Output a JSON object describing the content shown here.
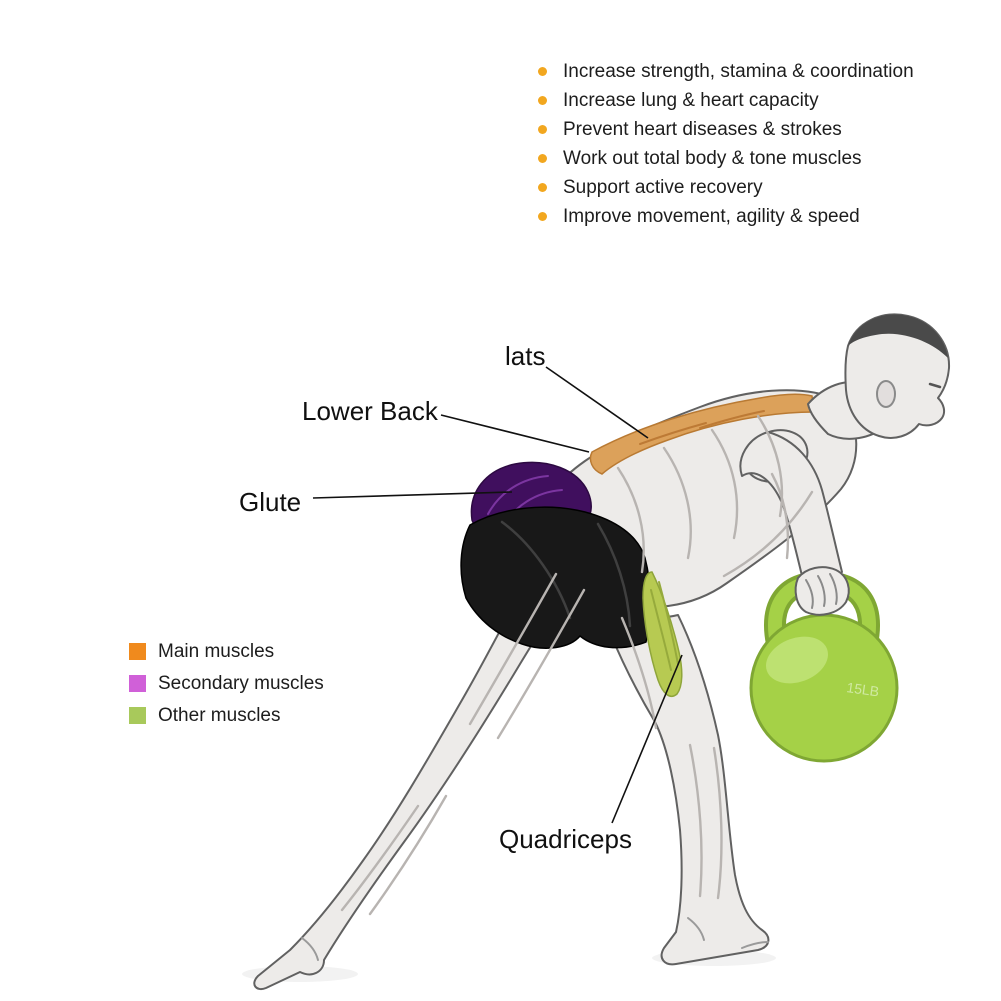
{
  "benefits": {
    "bullet_color": "#f2a71f",
    "items": [
      "Increase strength, stamina & coordination",
      "Increase lung & heart capacity",
      "Prevent heart diseases & strokes",
      "Work out total body & tone muscles",
      "Support active recovery",
      "Improve movement, agility & speed"
    ]
  },
  "muscle_labels": {
    "lats": "lats",
    "lower_back": "Lower Back",
    "glute": "Glute",
    "quadriceps": "Quadriceps"
  },
  "legend": {
    "items": [
      {
        "label": "Main muscles",
        "color": "#f08a1d"
      },
      {
        "label": "Secondary muscles",
        "color": "#d060d8"
      },
      {
        "label": "Other muscles",
        "color": "#a8c95b"
      }
    ]
  },
  "figure": {
    "kettlebell_weight": "15LB",
    "kettlebell_color": "#a5d147",
    "kettlebell_rim": "#7fa733",
    "highlight_main": "#dca15a",
    "highlight_secondary": "#400f5e",
    "highlight_other": "#b7ca52"
  }
}
